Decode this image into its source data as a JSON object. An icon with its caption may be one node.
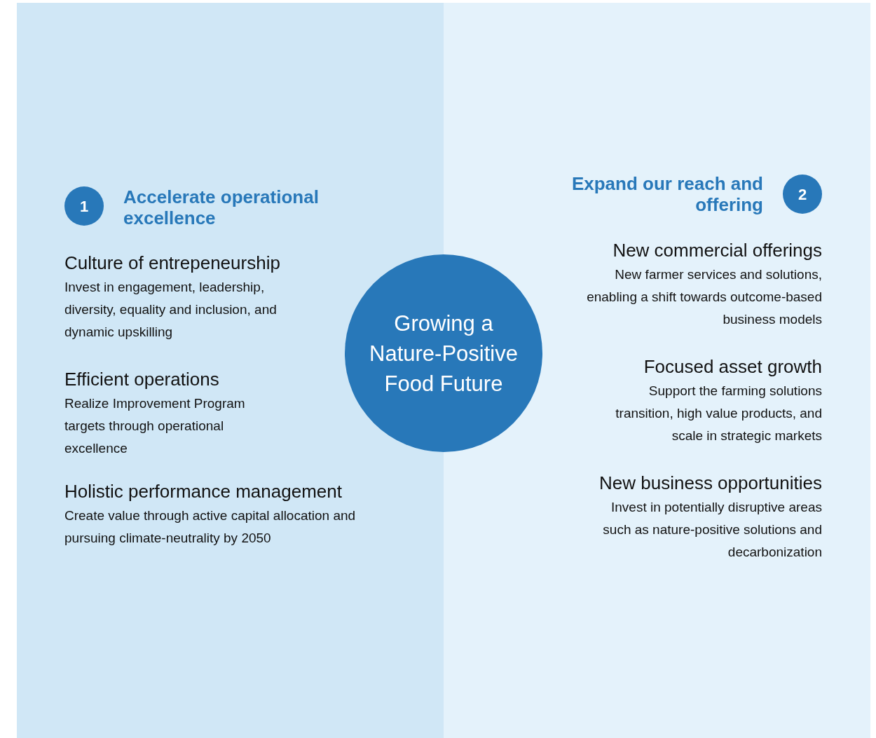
{
  "diagram": {
    "nodes": [
      {
        "text": [
          "1"
        ],
        "beside": [
          "Accelerate operational excellence"
        ]
      },
      {
        "text": [
          "2"
        ],
        "beside": [
          "Expand our reach and offering"
        ]
      },
      {
        "text": [
          "Growing a Nature-Positive Food Future"
        ]
      }
    ],
    "labels": [
      "Culture of entrepeneurship",
      "Invest in engagement, leadership, diversity, equality and inclusion, and dynamic upskilling",
      "Efficient operations",
      "Realize Improvement Program targets through operational excellence",
      "Holistic performance management",
      "Create value through active capital allocation and pursuing climate-neutrality by 2050",
      "New commercial offerings",
      "New farmer services and solutions, enabling a shift towards outcome-based business models",
      "Focused asset growth",
      "Support the farming solutions transition, high value products, and scale in strategic markets",
      "New business opportunities",
      "Invest in potentially disruptive areas such as nature-positive solutions and decarbonization"
    ]
  }
}
